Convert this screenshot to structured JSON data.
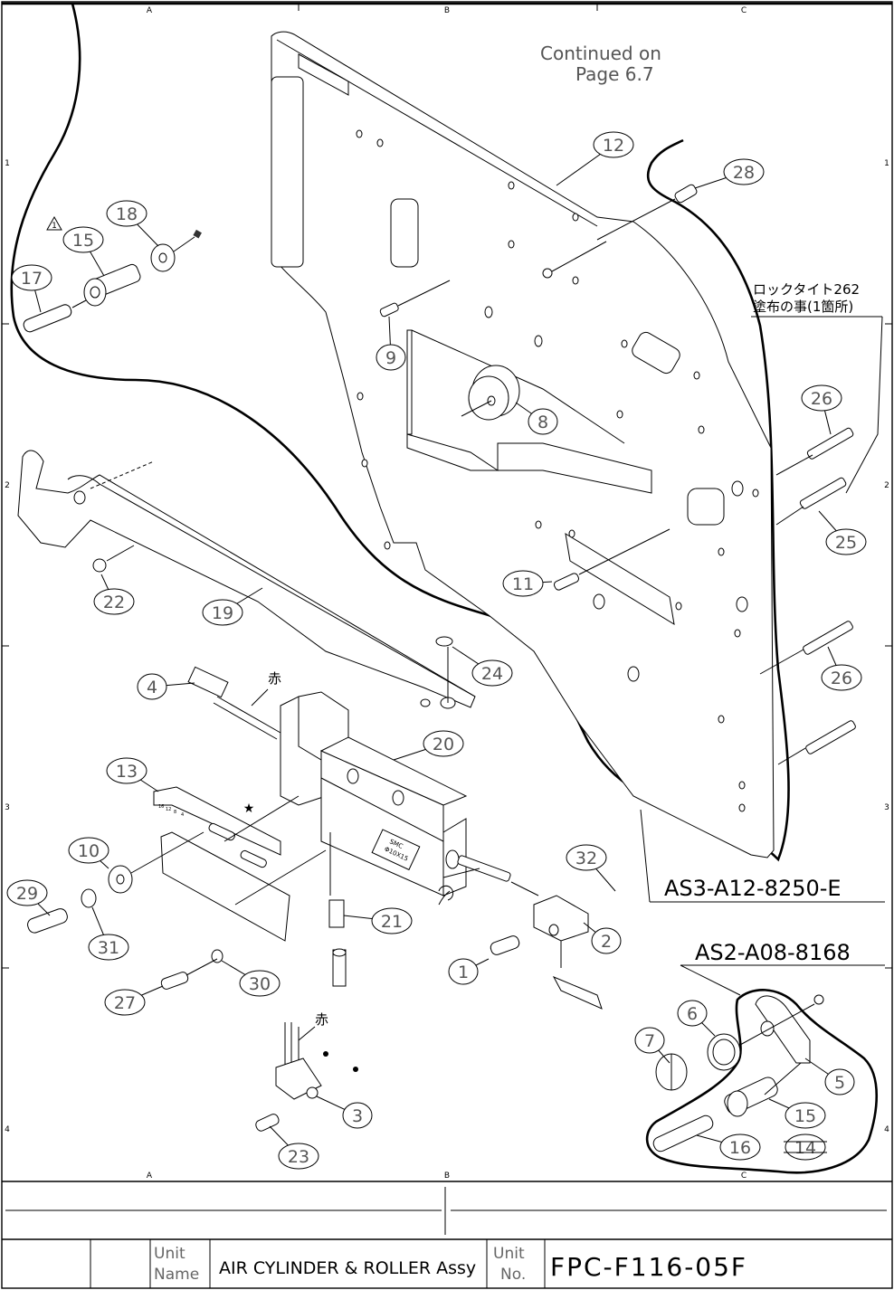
{
  "drawing": {
    "grid_columns": [
      "A",
      "B",
      "C"
    ],
    "grid_rows": [
      "1",
      "2",
      "3",
      "4"
    ],
    "continuation_note": [
      "Continued on",
      "Page 6.7"
    ],
    "loctite_note": [
      "ロックタイト262",
      "塗布の事(1箇所)"
    ],
    "color_note_red": "赤",
    "revision_marker": "1",
    "cylinder_label": [
      "SMC",
      "Φ10X15"
    ],
    "bracket_scale_marks": [
      "16",
      "12",
      "8",
      "4"
    ],
    "assemblies": [
      {
        "id": "asm-main",
        "label": "AS3-A12-8250-E"
      },
      {
        "id": "asm-roller",
        "label": "AS2-A08-8168"
      }
    ],
    "callouts": [
      {
        "id": "1",
        "label": "1"
      },
      {
        "id": "2",
        "label": "2"
      },
      {
        "id": "3",
        "label": "3"
      },
      {
        "id": "4",
        "label": "4"
      },
      {
        "id": "5",
        "label": "5"
      },
      {
        "id": "6",
        "label": "6"
      },
      {
        "id": "7",
        "label": "7"
      },
      {
        "id": "8",
        "label": "8"
      },
      {
        "id": "9",
        "label": "9"
      },
      {
        "id": "10",
        "label": "10"
      },
      {
        "id": "11",
        "label": "11"
      },
      {
        "id": "12",
        "label": "12"
      },
      {
        "id": "13",
        "label": "13"
      },
      {
        "id": "14",
        "label": "14",
        "struck": true
      },
      {
        "id": "15a",
        "label": "15"
      },
      {
        "id": "15b",
        "label": "15"
      },
      {
        "id": "16",
        "label": "16"
      },
      {
        "id": "17",
        "label": "17"
      },
      {
        "id": "18",
        "label": "18"
      },
      {
        "id": "19",
        "label": "19"
      },
      {
        "id": "20",
        "label": "20"
      },
      {
        "id": "21",
        "label": "21"
      },
      {
        "id": "22",
        "label": "22"
      },
      {
        "id": "23",
        "label": "23"
      },
      {
        "id": "24",
        "label": "24"
      },
      {
        "id": "25",
        "label": "25"
      },
      {
        "id": "26a",
        "label": "26"
      },
      {
        "id": "26b",
        "label": "26"
      },
      {
        "id": "27",
        "label": "27"
      },
      {
        "id": "28",
        "label": "28"
      },
      {
        "id": "29",
        "label": "29"
      },
      {
        "id": "30",
        "label": "30"
      },
      {
        "id": "31",
        "label": "31"
      },
      {
        "id": "32",
        "label": "32"
      }
    ]
  },
  "title_block": {
    "unit_name_label": [
      "Unit",
      "Name"
    ],
    "unit_name": "AIR CYLINDER & ROLLER Assy",
    "unit_no_label": [
      "Unit",
      "No."
    ],
    "unit_no": "FPC-F116-05F"
  }
}
